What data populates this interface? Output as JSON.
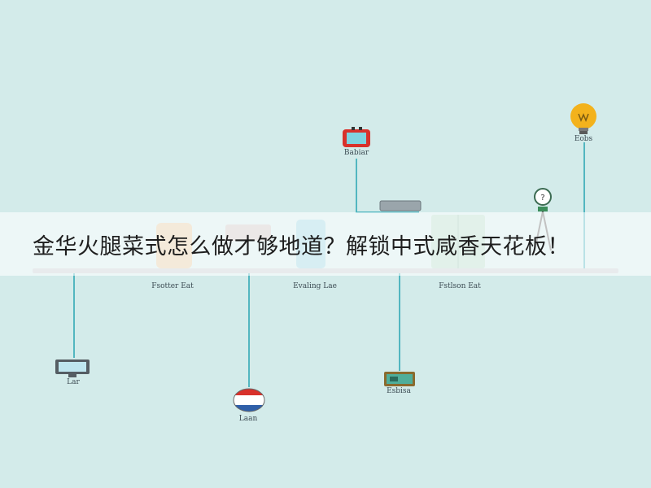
{
  "title": "金华火腿菜式怎么做才够地道？解锁中式咸香天花板！",
  "items": [
    {
      "label": "Fsotter Eat",
      "icon": "oven-icon"
    },
    {
      "label": "Evaling Lae",
      "icon": "fridge-icon"
    },
    {
      "label": "Fstlson Eat",
      "icon": "refrigerator-icon"
    },
    {
      "label": "Babiar",
      "icon": "tv-icon"
    },
    {
      "label": "Eobs",
      "icon": "lightbulb-icon"
    },
    {
      "label": "Lar",
      "icon": "monitor-icon"
    },
    {
      "label": "Laan",
      "icon": "ball-icon"
    },
    {
      "label": "Esbisa",
      "icon": "radio-icon"
    }
  ],
  "colors": {
    "background": "#d3ebea",
    "stem": "#52b6c0",
    "timeline": "#c5cdd2"
  }
}
